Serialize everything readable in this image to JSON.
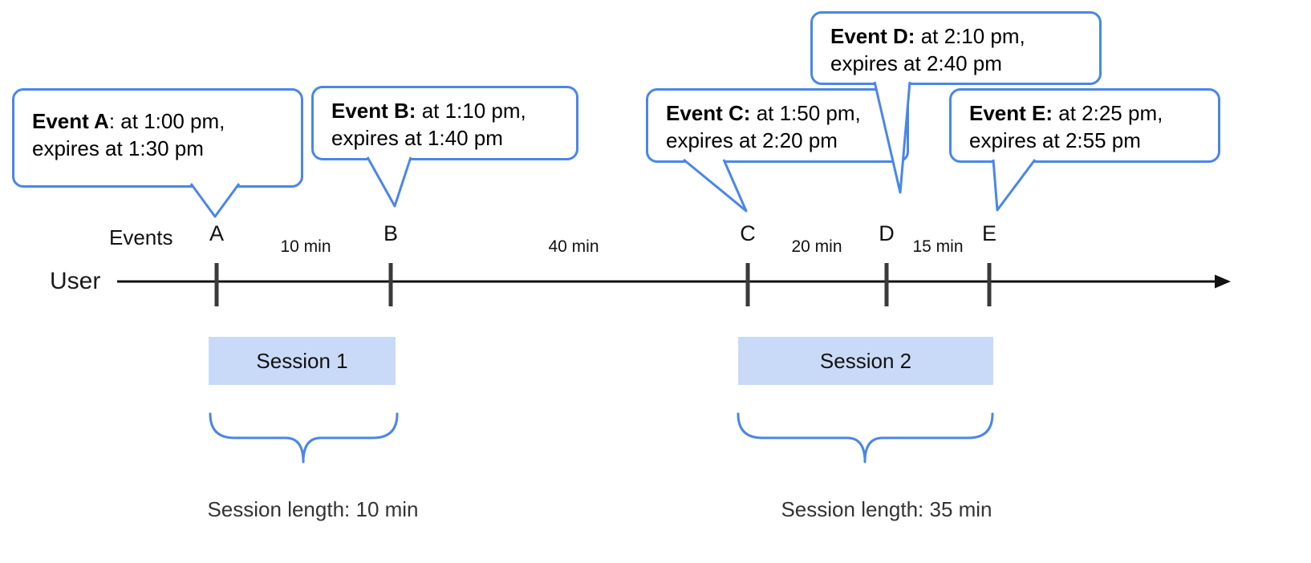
{
  "labels": {
    "user": "User",
    "events": "Events"
  },
  "events": [
    {
      "tick": "A",
      "bold": "Event A",
      "rest": ": at 1:00 pm,",
      "line2": "expires at 1:30 pm"
    },
    {
      "tick": "B",
      "bold": "Event B:",
      "rest": " at 1:10 pm,",
      "line2": "expires at 1:40 pm"
    },
    {
      "tick": "C",
      "bold": "Event C:",
      "rest": " at 1:50 pm,",
      "line2": "expires at 2:20 pm"
    },
    {
      "tick": "D",
      "bold": "Event D:",
      "rest": " at 2:10 pm,",
      "line2": "expires at 2:40 pm"
    },
    {
      "tick": "E",
      "bold": "Event E:",
      "rest": " at 2:25 pm,",
      "line2": "expires at 2:55 pm"
    }
  ],
  "intervals": [
    {
      "label": "10 min"
    },
    {
      "label": "40 min"
    },
    {
      "label": "20 min"
    },
    {
      "label": "15 min"
    }
  ],
  "sessions": [
    {
      "label": "Session 1",
      "length": "Session length: 10 min"
    },
    {
      "label": "Session 2",
      "length": "Session length: 35 min"
    }
  ],
  "colors": {
    "callout_border": "#4a86e8",
    "session_fill": "#c9daf8",
    "brace": "#4a86e8",
    "axis": "#111111"
  }
}
